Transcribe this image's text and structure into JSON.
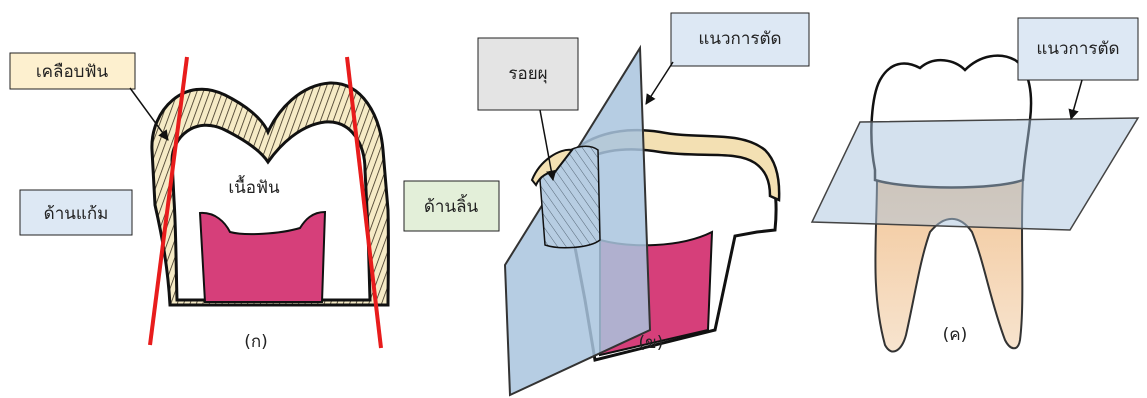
{
  "panel_a": {
    "callout_enamel": "เคลือบฟัน",
    "callout_buccal": "ด้านแก้ม",
    "callout_lingual": "ด้านลิ้น",
    "label_dentin": "เนื้อฟัน",
    "caption": "(ก)"
  },
  "panel_b": {
    "callout_wear": "รอยผุ",
    "callout_cut": "แนวการตัด",
    "caption": "(ข)"
  },
  "panel_c": {
    "callout_cut": "แนวการตัด",
    "caption": "(ค)"
  },
  "colors": {
    "enamel_fill": "#f6ebc6",
    "enamel_box": "#fdf0cf",
    "buccal_box": "#dde8f4",
    "lingual_box": "#e3efd9",
    "wear_box": "#e4e4e4",
    "cut_box": "#dde8f4",
    "pulp": "#d63f7a",
    "cut_line": "#e81c1c",
    "plane": "#a9c4de",
    "root": "#efc08d"
  }
}
